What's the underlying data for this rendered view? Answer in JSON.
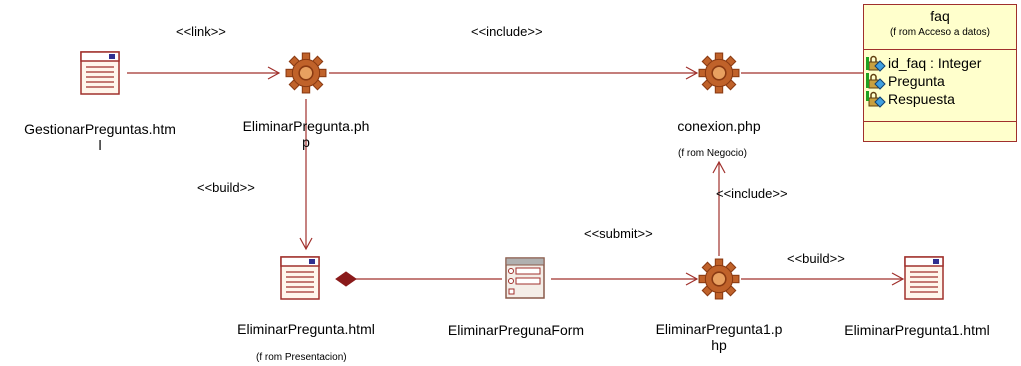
{
  "diagram": {
    "nodes": {
      "gestionar": {
        "label": "GestionarPreguntas.htm\nl",
        "icon": "html-page-icon"
      },
      "eliminar_php": {
        "label": "EliminarPregunta.ph\np",
        "icon": "server-page-gear-icon"
      },
      "conexion": {
        "label": "conexion.php",
        "from": "(f rom Negocio)",
        "icon": "server-page-gear-icon"
      },
      "eliminar_html": {
        "label": "EliminarPregunta.html",
        "from": "(f rom Presentacion)",
        "icon": "html-page-icon"
      },
      "form": {
        "label": "EliminarPregunaForm",
        "icon": "html-form-icon"
      },
      "eliminar1_php": {
        "label": "EliminarPregunta1.p\nhp",
        "icon": "server-page-gear-icon"
      },
      "eliminar1_html": {
        "label": "EliminarPregunta1.html",
        "icon": "html-page-icon"
      }
    },
    "faq_class": {
      "name": "faq",
      "from": "(f rom Acceso a datos)",
      "attributes": [
        "id_faq : Integer",
        "Pregunta",
        "Respuesta"
      ]
    },
    "stereotypes": {
      "link": "<<link>>",
      "include_top": "<<include>>",
      "build_left": "<<build>>",
      "submit": "<<submit>>",
      "include_right": "<<include>>",
      "build_right": "<<build>>"
    },
    "colors": {
      "line": "#a0302c",
      "class_fill": "#ffffcc",
      "gear": "#c0622a",
      "gear_dark": "#8a3a12"
    }
  }
}
